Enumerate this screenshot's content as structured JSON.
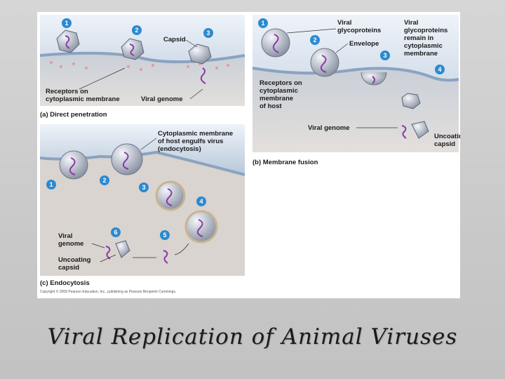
{
  "slide_title": "Viral Replication of Animal Viruses",
  "panel_a": {
    "caption": "(a) Direct penetration",
    "steps": [
      "1",
      "2",
      "3"
    ],
    "label_capsid": "Capsid",
    "label_receptors": [
      "Receptors on",
      "cytoplasmic membrane"
    ],
    "label_genome": "Viral genome"
  },
  "panel_b": {
    "caption": "(b) Membrane fusion",
    "steps": [
      "1",
      "2",
      "3",
      "4"
    ],
    "label_glyco": [
      "Viral",
      "glycoproteins"
    ],
    "label_envelope": "Envelope",
    "label_remain": [
      "Viral",
      "glycoproteins",
      "remain in",
      "cytoplasmic",
      "membrane"
    ],
    "label_receptors": [
      "Receptors on",
      "cytoplasmic",
      "membrane",
      "of host"
    ],
    "label_genome": "Viral genome",
    "label_uncoating": [
      "Uncoating",
      "capsid"
    ]
  },
  "panel_c": {
    "caption": "(c) Endocytosis",
    "steps": [
      "1",
      "2",
      "3",
      "4",
      "5",
      "6"
    ],
    "label_membrane": [
      "Cytoplasmic membrane",
      "of host engulfs virus",
      "(endocytosis)"
    ],
    "label_genome": [
      "Viral",
      "genome"
    ],
    "label_uncoating": [
      "Uncoating",
      "capsid"
    ]
  },
  "copyright": "Copyright © 2009 Pearson Education, Inc., publishing as Pearson Benjamin Cummings.",
  "colors": {
    "step_circle": "#2b8ad0",
    "membrane": "#8aa3c0",
    "cytoplasm": "#d9d4cf",
    "receptor": "#e29aaa",
    "capsid": "#9aa3b3",
    "genome": "#8a3aa8"
  }
}
